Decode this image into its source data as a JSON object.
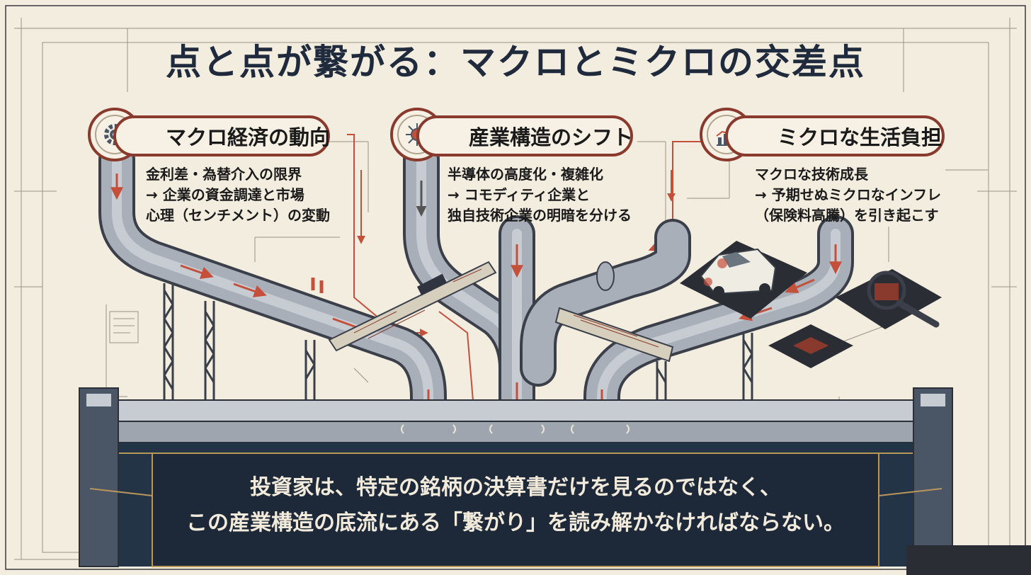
{
  "title": "点と点が繋がる：マクロとミクロの交差点",
  "topics": [
    {
      "label": "マクロ経済の動向",
      "icon": "gear-icon",
      "lines": [
        "金利差・為替介入の限界",
        "→ 企業の資金調達と市場",
        "心理（センチメント）の変動"
      ]
    },
    {
      "label": "産業構造のシフト",
      "icon": "circuit-chip-icon",
      "lines": [
        "半導体の高度化・複雑化",
        "→ コモディティ企業と",
        "独自技術企業の明暗を分ける"
      ]
    },
    {
      "label": "ミクロな生活負担",
      "icon": "bar-chart-trend-icon",
      "lines": [
        "マクロな技術成長",
        "→ 予期せぬミクロなインフレ",
        "（保険料高騰）を引き起こす"
      ]
    }
  ],
  "conclusion": {
    "line1": "投資家は、特定の銘柄の決算書だけを見るのではなく、",
    "line2": "この産業構造の底流にある「繋がり」を読み解かなければならない。"
  },
  "colors": {
    "accent": "#8a3a2c",
    "navy": "#1f2b3d",
    "pipe": "#a9afb8",
    "arrow": "#c4503c",
    "paper": "#f3ede0"
  }
}
